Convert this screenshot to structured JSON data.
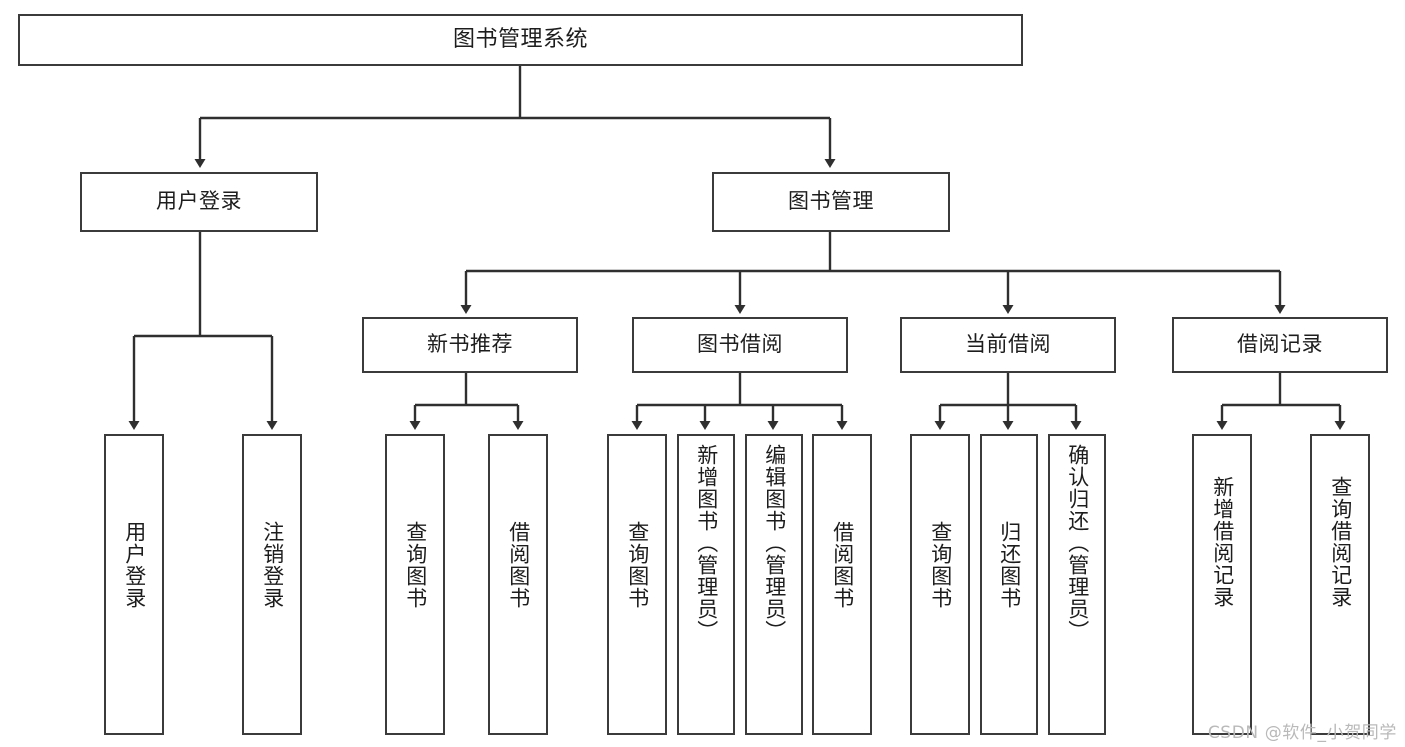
{
  "diagram": {
    "title": "图书管理系统",
    "type": "tree-hierarchy",
    "orientation": "top-down",
    "box_stroke_color": "#3b3b3b",
    "box_fill_color": "#ffffff",
    "edge_color": "#2f2f2f",
    "text_color": "#1d1d1d"
  },
  "nodes": {
    "root": {
      "label": "图书管理系统",
      "level": 1
    },
    "l2": [
      {
        "id": "user-login",
        "label": "用户登录",
        "level": 2
      },
      {
        "id": "book-manage",
        "label": "图书管理",
        "level": 2
      }
    ],
    "l3": [
      {
        "id": "new-book-recommend",
        "label": "新书推荐",
        "level": 3,
        "parent": "book-manage"
      },
      {
        "id": "book-borrow",
        "label": "图书借阅",
        "level": 3,
        "parent": "book-manage"
      },
      {
        "id": "current-borrow",
        "label": "当前借阅",
        "level": 3,
        "parent": "book-manage"
      },
      {
        "id": "borrow-record",
        "label": "借阅记录",
        "level": 3,
        "parent": "book-manage"
      }
    ],
    "leaves": [
      {
        "id": "leaf-user-login",
        "label": "用户登录",
        "parent": "user-login"
      },
      {
        "id": "leaf-user-logout",
        "label": "注销登录",
        "parent": "user-login"
      },
      {
        "id": "leaf-query-book-1",
        "label": "查询图书",
        "parent": "new-book-recommend"
      },
      {
        "id": "leaf-borrow-book-1",
        "label": "借阅图书",
        "parent": "new-book-recommend"
      },
      {
        "id": "leaf-query-book-2",
        "label": "查询图书",
        "parent": "book-borrow"
      },
      {
        "id": "leaf-add-book",
        "label": "新增图书（管理员）",
        "parent": "book-borrow"
      },
      {
        "id": "leaf-edit-book",
        "label": "编辑图书（管理员）",
        "parent": "book-borrow"
      },
      {
        "id": "leaf-borrow-book-2",
        "label": "借阅图书",
        "parent": "book-borrow"
      },
      {
        "id": "leaf-query-book-3",
        "label": "查询图书",
        "parent": "current-borrow"
      },
      {
        "id": "leaf-return-book",
        "label": "归还图书",
        "parent": "current-borrow"
      },
      {
        "id": "leaf-confirm-return",
        "label": "确认归还（管理员）",
        "parent": "current-borrow"
      },
      {
        "id": "leaf-add-record",
        "label": "新增借阅记录",
        "parent": "borrow-record"
      },
      {
        "id": "leaf-query-record",
        "label": "查询借阅记录",
        "parent": "borrow-record"
      }
    ]
  },
  "watermark": {
    "text": "CSDN @软件_小贺同学"
  }
}
